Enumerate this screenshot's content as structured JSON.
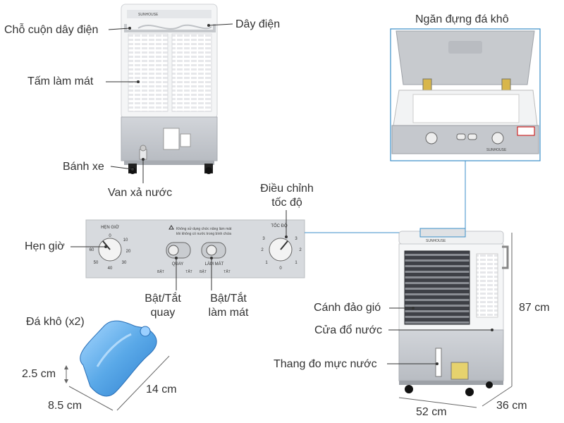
{
  "labels": {
    "cord_wrap": "Chỗ cuộn dây điện",
    "power_cord": "Dây điện",
    "cooling_pad": "Tấm làm mát",
    "wheels": "Bánh xe",
    "drain_valve": "Van xả nước",
    "ice_compartment": "Ngăn đựng đá khô",
    "speed_control_line1": "Điều chỉnh",
    "speed_control_line2": "tốc độ",
    "timer": "Hẹn giờ",
    "swing_line1": "Bật/Tắt",
    "swing_line2": "quay",
    "cooling_line1": "Bật/Tắt",
    "cooling_line2": "làm mát",
    "ice_pack": "Đá khô (x2)",
    "louvers": "Cánh đảo gió",
    "water_inlet": "Cửa đổ nước",
    "water_gauge": "Thang đo mực nước"
  },
  "dimensions": {
    "ice_thickness": "2.5 cm",
    "ice_width": "8.5 cm",
    "ice_length": "14 cm",
    "height": "87 cm",
    "width": "52 cm",
    "depth": "36 cm"
  },
  "panel": {
    "timer_title": "HẸN GIỜ",
    "speed_title": "TỐC ĐỘ",
    "swing_title": "QUAY",
    "cooling_title": "LÀM MÁT",
    "on": "BẬT",
    "off": "TẮT",
    "timer_ticks": [
      "0",
      "10",
      "20",
      "30",
      "40",
      "50",
      "60"
    ],
    "speed_ticks": [
      "0",
      "1",
      "2",
      "3",
      "3",
      "2",
      "1"
    ],
    "warning_line1": "Không sử dụng chức năng làm mát",
    "warning_line2": "khi không có nước trong bình chứa"
  },
  "brand": "SUNHOUSE",
  "colors": {
    "body_white": "#f4f5f6",
    "body_gray": "#c9ccd1",
    "panel_gray": "#d5d8dc",
    "leader_line": "#3a8ec8",
    "ice_blue": "#5aa9e8",
    "dimension_line": "#666666"
  }
}
